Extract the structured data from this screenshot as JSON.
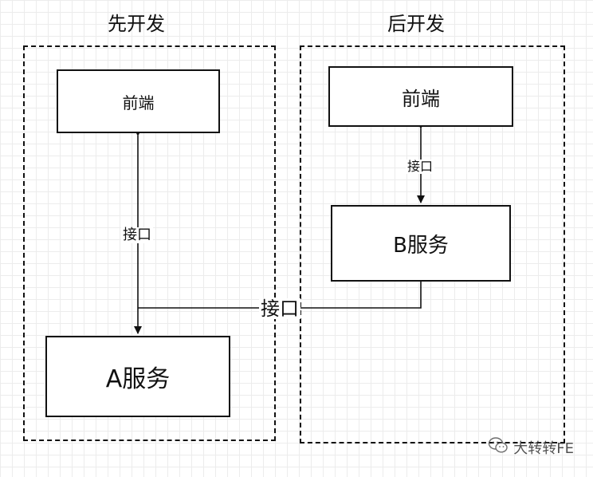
{
  "left_group": {
    "title": "先开发",
    "frontend_label": "前端",
    "service_label": "A服务",
    "interface_label": "接口"
  },
  "right_group": {
    "title": "后开发",
    "frontend_label": "前端",
    "service_label": "B服务",
    "interface_label": "接口"
  },
  "connector_label": "接口",
  "watermark": {
    "text": "大转转FE",
    "icon": "wechat-icon"
  }
}
